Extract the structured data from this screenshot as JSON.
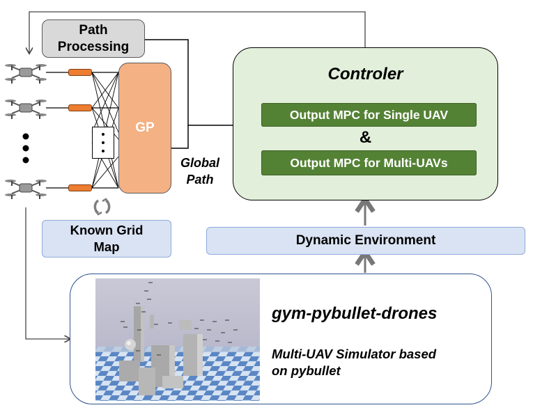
{
  "path_processing": {
    "label_line1": "Path",
    "label_line2": "Processing"
  },
  "gp": {
    "label": "GP"
  },
  "known_grid_map": {
    "label_line1": "Known Grid",
    "label_line2": "Map"
  },
  "global_path": {
    "line1": "Global",
    "line2": "Path"
  },
  "controller": {
    "title": "Controler",
    "single_label": "Output MPC for Single UAV",
    "ampersand": "&",
    "multi_label": "Output MPC for Multi-UAVs"
  },
  "dynamic_environment": {
    "label": "Dynamic Environment"
  },
  "simulator": {
    "title": "gym-pybullet-drones",
    "subtitle_line1": "Multi-UAV Simulator based",
    "subtitle_line2": "on pybullet"
  },
  "colors": {
    "controller_fill": "#e2efda",
    "mpc_button": "#548235",
    "gp_fill": "#f4b183",
    "encoder_fill": "#ed7d31",
    "env_fill": "#dae3f3",
    "path_box_fill": "#d9d9d9",
    "sim_border": "#2f528f"
  }
}
